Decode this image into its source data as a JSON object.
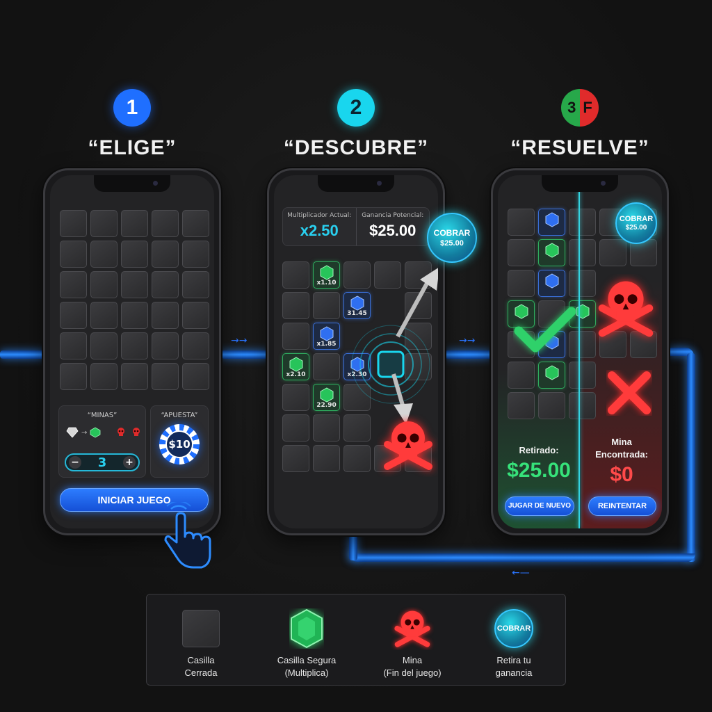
{
  "steps": [
    {
      "number": "1",
      "title": "“ELIGE”"
    },
    {
      "number": "2",
      "title": "“DESCUBRE”"
    },
    {
      "number_a": "3",
      "number_b": "F",
      "title": "“RESUELVE”"
    }
  ],
  "phone1": {
    "mines_label": "“MINAS”",
    "bet_label": "“APUESTA”",
    "mines_count": "3",
    "minus": "−",
    "plus": "+",
    "bet_value": "$10",
    "start_button": "INICIAR JUEGO"
  },
  "phone2": {
    "multiplier_label": "Multiplicador Actual:",
    "multiplier_value": "x2.50",
    "potential_label": "Ganancia Potencial:",
    "potential_value": "$25.00",
    "cashout_label": "COBRAR",
    "cashout_value": "$25.00",
    "tile_multipliers": [
      "x1.10",
      "31.45",
      "x1.85",
      "x2.10",
      "x2.30",
      "22.90"
    ]
  },
  "phone3": {
    "cashout_label": "COBRAR",
    "cashout_value": "$25.00",
    "withdrawn_label": "Retirado:",
    "withdrawn_value": "$25.00",
    "mine_found_line1": "Mina",
    "mine_found_line2": "Encontrada:",
    "mine_found_value": "$0",
    "play_again_button": "JUGAR DE NUEVO",
    "retry_button": "REINTENTAR"
  },
  "legend": [
    {
      "line1": "Casilla",
      "line2": "Cerrada"
    },
    {
      "line1": "Casilla Segura",
      "line2": "(Multiplica)"
    },
    {
      "line1": "Mina",
      "line2": "(Fin del juego)"
    },
    {
      "line1": "Retira tu",
      "line2": "ganancia",
      "icon_label": "COBRAR"
    }
  ],
  "colors": {
    "accent_blue": "#1f6fff",
    "accent_cyan": "#19d6ee",
    "safe_green": "#2fae5f",
    "mine_red": "#e02b2b"
  }
}
